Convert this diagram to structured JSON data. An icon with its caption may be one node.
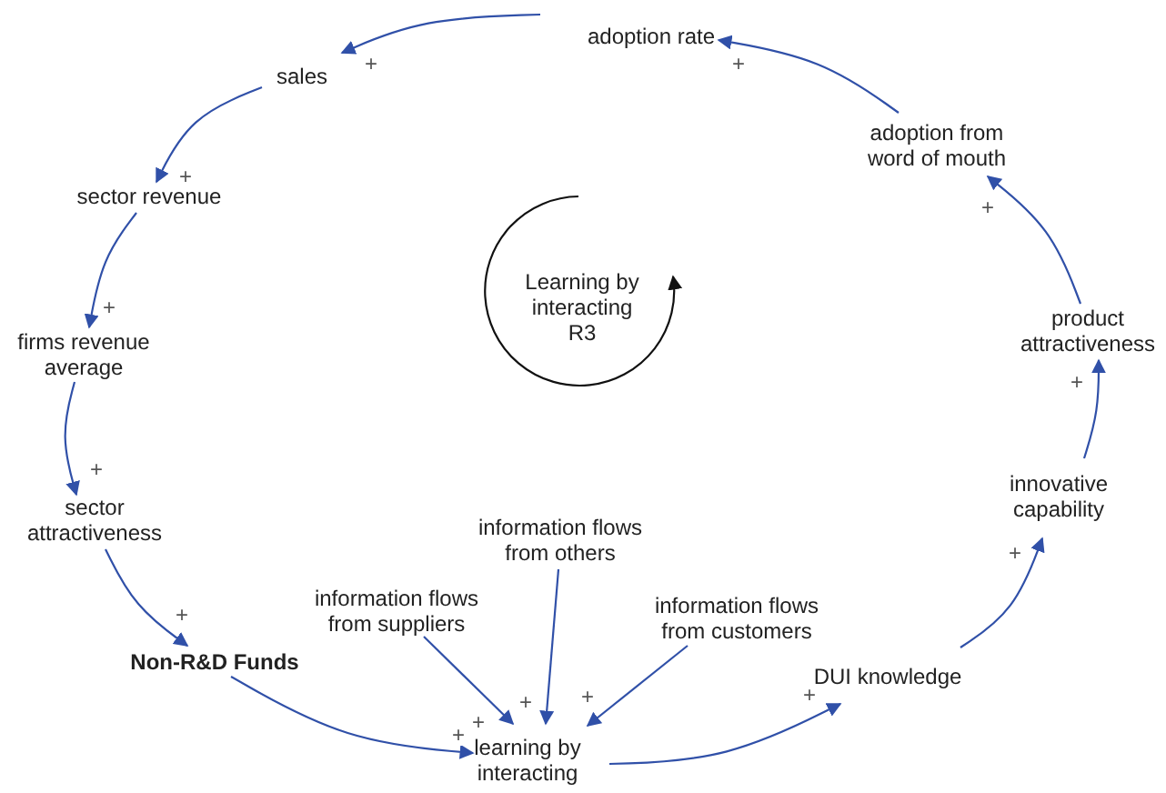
{
  "diagram": {
    "nodes": [
      {
        "text": [
          "adoption rate"
        ]
      },
      {
        "text": [
          "sales"
        ]
      },
      {
        "text": [
          "sector revenue"
        ]
      },
      {
        "text": [
          "firms revenue average"
        ]
      },
      {
        "text": [
          "sector attractiveness"
        ]
      },
      {
        "text": [
          "Non-R&D Funds"
        ]
      },
      {
        "text": [
          "information flows from suppliers"
        ]
      },
      {
        "text": [
          "information flows from others"
        ]
      },
      {
        "text": [
          "information flows from customers"
        ]
      },
      {
        "text": [
          "learning by interacting"
        ]
      },
      {
        "text": [
          "DUI knowledge"
        ]
      },
      {
        "text": [
          "innovative capability"
        ]
      },
      {
        "text": [
          "product attractiveness"
        ]
      },
      {
        "text": [
          "adoption from word of mouth"
        ]
      },
      {
        "text": [
          "Learning by interacting",
          "R3"
        ]
      }
    ],
    "edges": [
      {
        "from": 0,
        "to": 1,
        "arrow": "to",
        "label": "+"
      },
      {
        "from": 1,
        "to": 2,
        "arrow": "to",
        "label": "+"
      },
      {
        "from": 2,
        "to": 3,
        "arrow": "to",
        "label": "+"
      },
      {
        "from": 3,
        "to": 4,
        "arrow": "to",
        "label": "+"
      },
      {
        "from": 4,
        "to": 5,
        "arrow": "to",
        "label": "+"
      },
      {
        "from": 5,
        "to": 9,
        "arrow": "to",
        "label": "+"
      },
      {
        "from": 6,
        "to": 9,
        "arrow": "to",
        "label": "+"
      },
      {
        "from": 7,
        "to": 9,
        "arrow": "to",
        "label": "+"
      },
      {
        "from": 8,
        "to": 9,
        "arrow": "to",
        "label": "+"
      },
      {
        "from": 9,
        "to": 10,
        "arrow": "to",
        "label": "+"
      },
      {
        "from": 10,
        "to": 11,
        "arrow": "to",
        "label": "+"
      },
      {
        "from": 11,
        "to": 12,
        "arrow": "to",
        "label": "+"
      },
      {
        "from": 12,
        "to": 13,
        "arrow": "to",
        "label": "+"
      },
      {
        "from": 13,
        "to": 0,
        "arrow": "to",
        "label": "+"
      },
      {
        "from": 14,
        "to": 14,
        "arrow": "to",
        "color": "#111111"
      }
    ]
  }
}
